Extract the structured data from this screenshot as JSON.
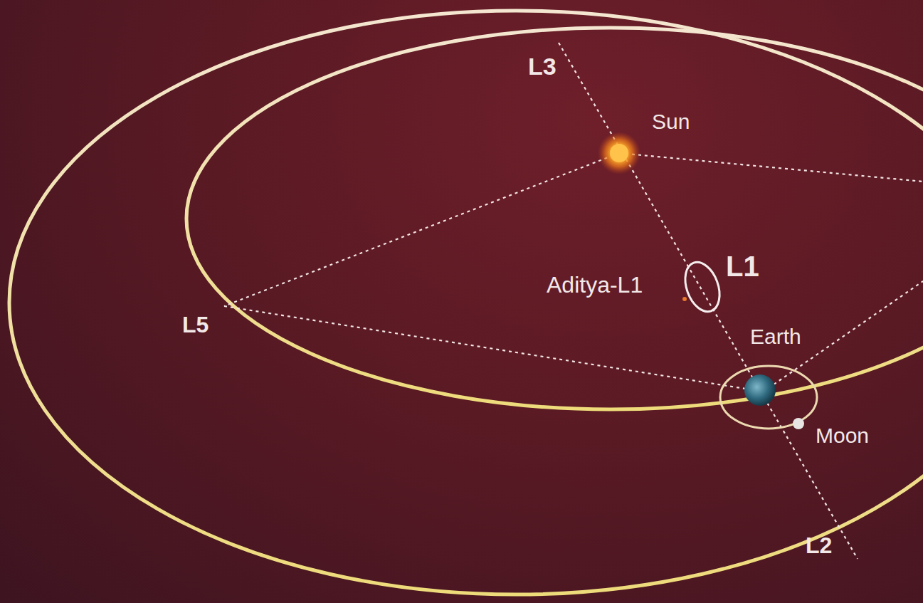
{
  "diagram": {
    "labels": [
      "L3",
      "Sun",
      "Aditya-L1",
      "L1",
      "L5",
      "Earth",
      "Moon",
      "L2"
    ]
  }
}
